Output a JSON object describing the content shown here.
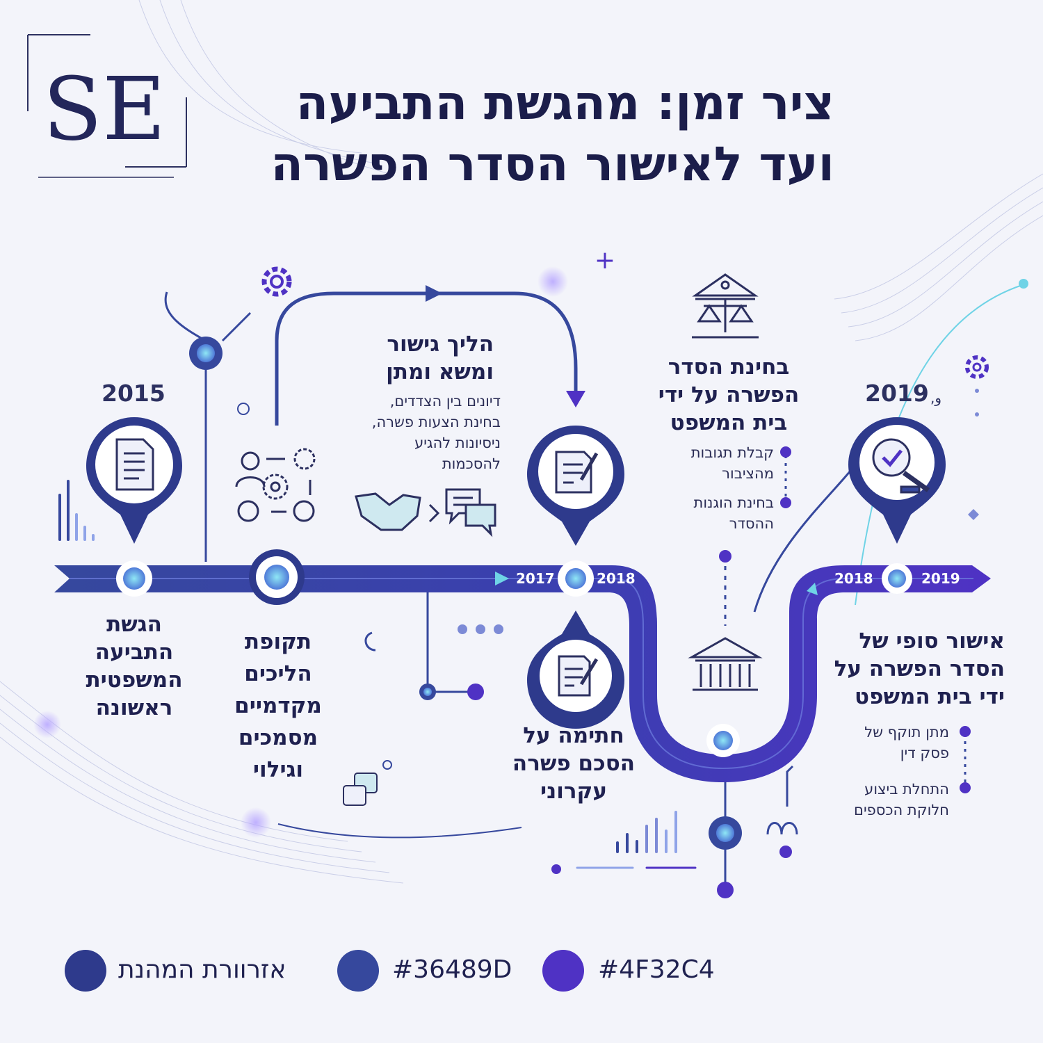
{
  "logo": {
    "text": "SE"
  },
  "title": {
    "line1": "ציר זמן: מהגשת התביעה",
    "line2": "ועד לאישור הסדר הפשרה"
  },
  "colors": {
    "navy": "#36489D",
    "violet": "#4F32C4",
    "dark": "#2E3A8C",
    "accent": "#6fd3e6"
  },
  "years": {
    "y2015": "2015",
    "y2019_top": "2019",
    "y2019_prefix": ",و",
    "tl_2017": "2017",
    "tl_2018a": "2018",
    "tl_2018b": "2018",
    "tl_2019": "2019"
  },
  "steps": {
    "filing": {
      "label_lines": [
        "הגשת",
        "התביעה",
        "המשפטית",
        "ראשונה"
      ]
    },
    "preliminary": {
      "label_lines": [
        "תקופת",
        "הליכים",
        "מקדמיים",
        "מסמכים",
        "וגילוי"
      ]
    },
    "mediation": {
      "title_lines": [
        "הליך גישור",
        "ומשא ומתן"
      ],
      "desc_lines": [
        "דיונים בין הצדדים,",
        "בחינת הצעות פשרה,",
        "ניסיונות להגיע",
        "להסכמות"
      ]
    },
    "signing": {
      "label_lines": [
        "חתימה על",
        "הסכם פשרה",
        "עקרוני"
      ]
    },
    "court_review": {
      "title_lines": [
        "בחינת הסדר",
        "הפשרה על ידי",
        "בית המשפט"
      ],
      "bullets": [
        [
          "קבלת תגובות",
          "מהציבור"
        ],
        [
          "בחינת הוגנות",
          "ההסדר"
        ]
      ]
    },
    "final_approval": {
      "title_lines": [
        "אישור סופי של",
        "הסדר הפשרה על",
        "ידי בית המשפט"
      ],
      "bullets": [
        [
          "מתן תוקף של",
          "פסק דין"
        ],
        [
          "התחלת ביצוע",
          "חלוקת הכספים"
        ]
      ]
    }
  },
  "legend": [
    {
      "label": "אזרוורת המהנת",
      "color": "#2E3A8C"
    },
    {
      "label": "#36489D",
      "color": "#36489D"
    },
    {
      "label": "#4F32C4",
      "color": "#4F32C4"
    }
  ]
}
